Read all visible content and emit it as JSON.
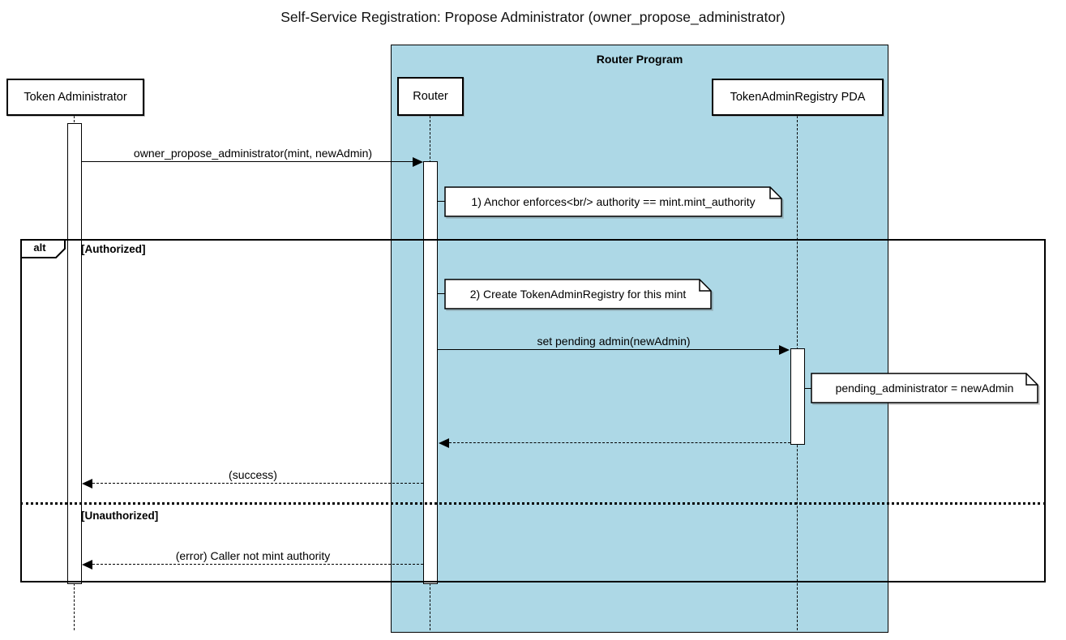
{
  "title": "Self-Service Registration: Propose Administrator (owner_propose_administrator)",
  "group": {
    "label": "Router Program",
    "fill": "#add8e6"
  },
  "participants": [
    {
      "id": "token-administrator",
      "label": "Token Administrator"
    },
    {
      "id": "router",
      "label": "Router"
    },
    {
      "id": "token-admin-registry-pda",
      "label": "TokenAdminRegistry PDA"
    }
  ],
  "messages": [
    {
      "from": "Token Administrator",
      "to": "Router",
      "style": "solid",
      "label": "owner_propose_administrator(mint, newAdmin)"
    },
    {
      "from": "Router",
      "to": "TokenAdminRegistry PDA",
      "style": "solid",
      "label": "set pending admin(newAdmin)"
    },
    {
      "from": "TokenAdminRegistry PDA",
      "to": "Router",
      "style": "dashed",
      "label": ""
    },
    {
      "from": "Router",
      "to": "Token Administrator",
      "style": "dashed",
      "label": "(success)"
    },
    {
      "from": "Router",
      "to": "Token Administrator",
      "style": "dashed",
      "label": "(error) Caller not mint authority"
    }
  ],
  "notes": [
    {
      "over": "Router",
      "label": "1) Anchor enforces<br/> authority == mint.mint_authority"
    },
    {
      "over": "Router",
      "label": "2) Create TokenAdminRegistry for this mint"
    },
    {
      "over": "TokenAdminRegistry PDA",
      "label": "pending_administrator = newAdmin"
    }
  ],
  "alt_fragment": {
    "operator": "alt",
    "guards": [
      "[Authorized]",
      "[Unauthorized]"
    ]
  },
  "colors": {
    "group_fill": "#add8e6",
    "note_fill": "#ffffff",
    "line": "#000000"
  }
}
